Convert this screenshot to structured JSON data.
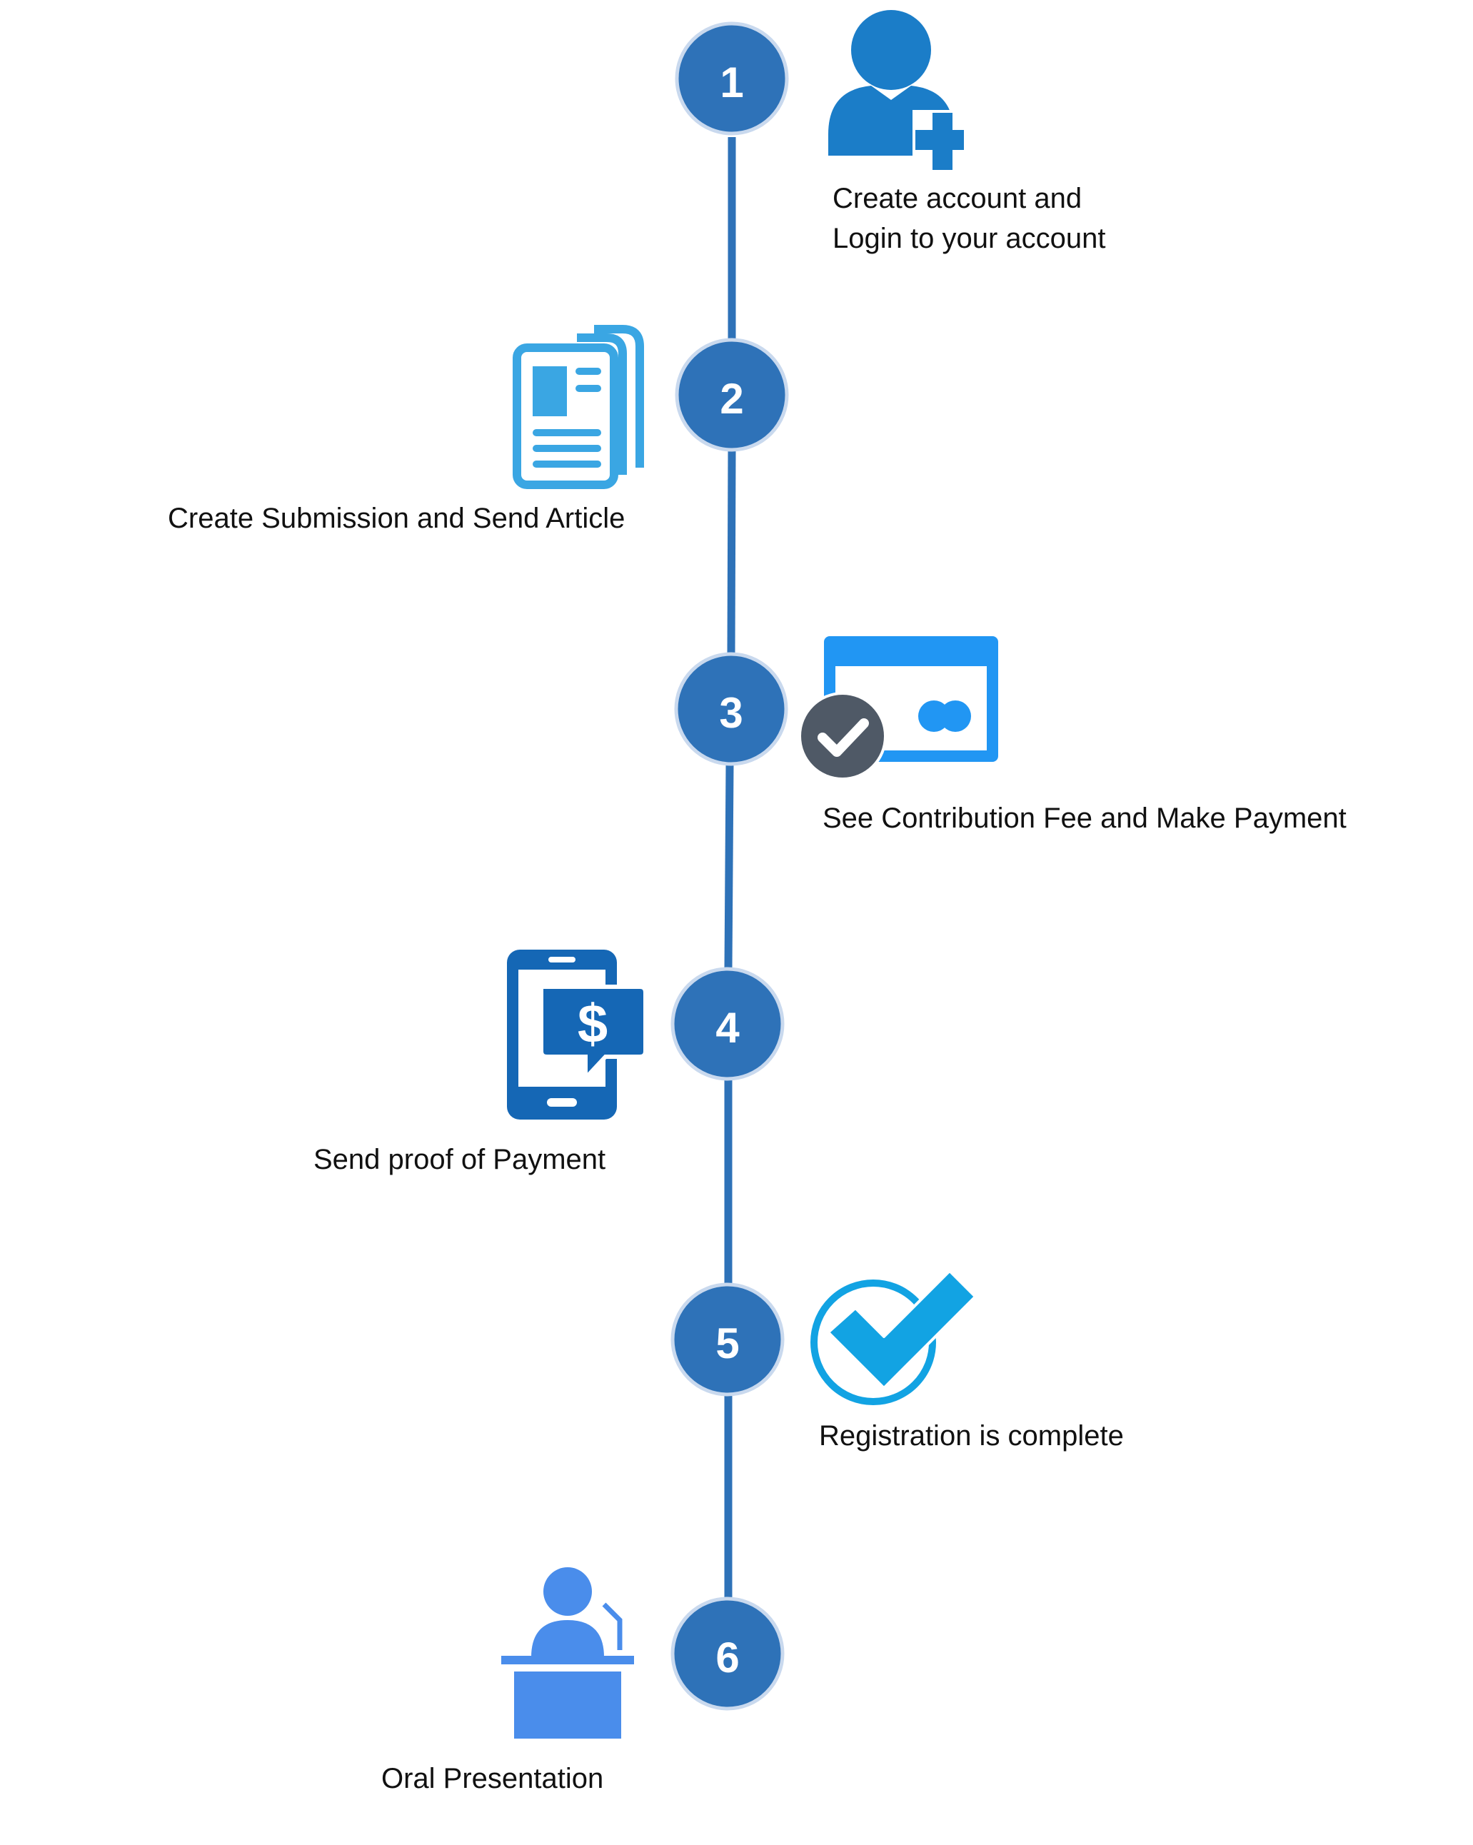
{
  "colors": {
    "circle_fill": "#2E72B8",
    "circle_ring": "#C9D9EE",
    "line": "#2E72B8",
    "user_icon": "#1B7DC8",
    "article_icon": "#3AA6E3",
    "card_icon": "#2196F3",
    "check_badge": "#4F5966",
    "phone_icon": "#1567B5",
    "complete_check": "#12A3E3",
    "presenter_icon": "#4A8DEB",
    "text": "#111111"
  },
  "steps": [
    {
      "number": "1",
      "label_lines": [
        "Create account and",
        "Login to your account"
      ],
      "icon": "add-user-icon"
    },
    {
      "number": "2",
      "label_lines": [
        "Create Submission and Send Article"
      ],
      "icon": "article-icon"
    },
    {
      "number": "3",
      "label_lines": [
        "See Contribution Fee and Make Payment"
      ],
      "icon": "credit-card-check-icon"
    },
    {
      "number": "4",
      "label_lines": [
        "Send proof of Payment"
      ],
      "icon": "mobile-payment-icon"
    },
    {
      "number": "5",
      "label_lines": [
        "Registration is complete"
      ],
      "icon": "check-circle-icon"
    },
    {
      "number": "6",
      "label_lines": [
        "Oral Presentation"
      ],
      "icon": "presenter-podium-icon"
    }
  ]
}
